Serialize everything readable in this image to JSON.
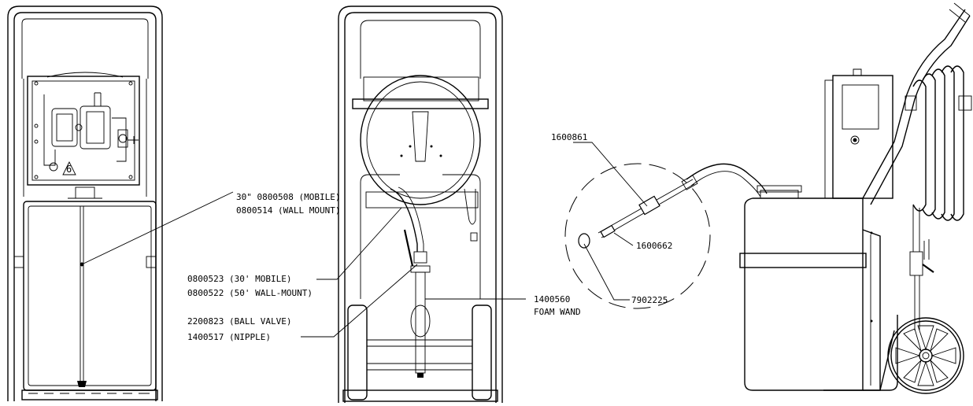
{
  "labels": {
    "wand_mobile": "30\" 0800508 (MOBILE)",
    "wand_wall": "0800514 (WALL MOUNT)",
    "hose_mobile": "0800523 (30' MOBILE)",
    "hose_wall": "0800522 (50' WALL-MOUNT)",
    "ball_valve": "2200823 (BALL VALVE)",
    "nipple": "1400517 (NIPPLE)",
    "foam_wand_part": "1400560",
    "foam_wand": "FOAM WAND",
    "part_1600861": "1600861",
    "part_1600662": "1600662",
    "part_7902225": "7902225",
    "badge_6": "6"
  }
}
